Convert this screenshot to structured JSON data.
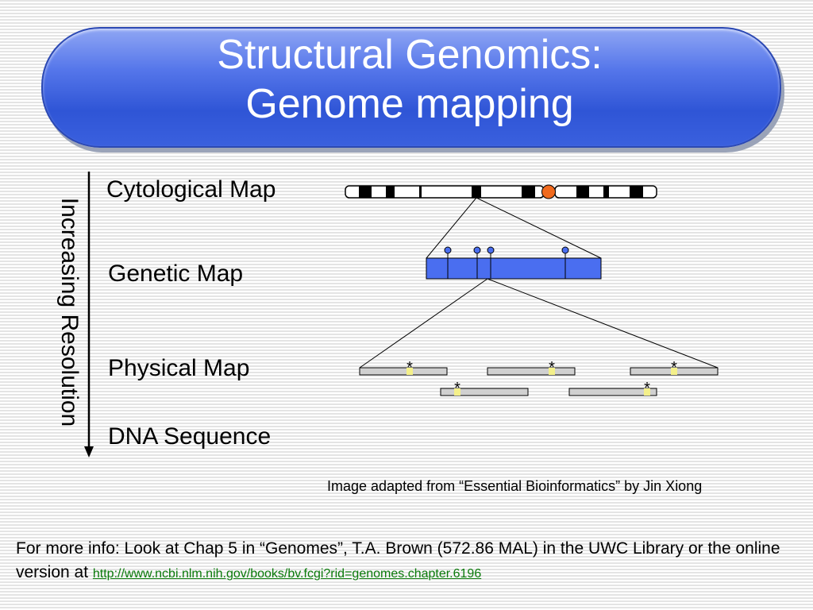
{
  "title": {
    "line1": "Structural Genomics:",
    "line2": "Genome mapping"
  },
  "resolution_axis": {
    "label": "Increasing Resolution"
  },
  "maps": [
    {
      "label": "Cytological Map"
    },
    {
      "label": "Genetic Map"
    },
    {
      "label": "Physical Map"
    },
    {
      "label": "DNA Sequence"
    }
  ],
  "marker_symbol": "*",
  "credit": "Image adapted from “Essential Bioinformatics” by Jin Xiong",
  "more_info": {
    "text": "For more info: Look at Chap 5 in “Genomes”, T.A. Brown (572.86 MAL) in the UWC Library or the online version at",
    "link": "http://www.ncbi.nlm.nih.gov/books/bv.fcgi?rid=genomes.chapter.6196"
  },
  "colors": {
    "title_blue": "#3a60de",
    "genetic_map_blue": "#4a6ef0",
    "centromere": "#f06a1e",
    "marker_highlight": "#f4f08a",
    "link_green": "#0a7a0a"
  }
}
